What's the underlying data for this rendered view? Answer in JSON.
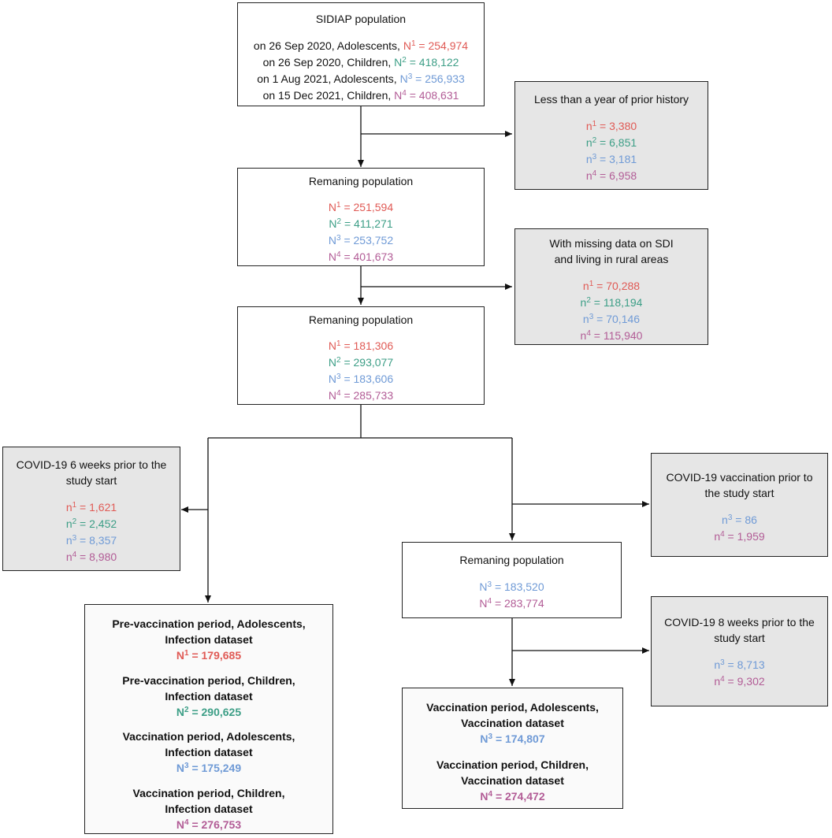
{
  "diagram": {
    "colors": {
      "n1": "#e05a55",
      "n2": "#3c9e86",
      "n3": "#6f9ad6",
      "n4": "#b25c96"
    },
    "start": {
      "title": "SIDIAP population",
      "rows": [
        {
          "text": "on 26 Sep 2020, Adolescents, ",
          "sym": "N",
          "sup": "1",
          "value": " = 254,974"
        },
        {
          "text": "on 26 Sep 2020, Children, ",
          "sym": "N",
          "sup": "2",
          "value": " = 418,122"
        },
        {
          "text": "on 1 Aug 2021, Adolescents, ",
          "sym": "N",
          "sup": "3",
          "value": " = 256,933"
        },
        {
          "text": "on 15 Dec 2021, Children, ",
          "sym": "N",
          "sup": "4",
          "value": " = 408,631"
        }
      ]
    },
    "excl1": {
      "title": "Less than a year of prior history",
      "rows": [
        {
          "sym": "n",
          "sup": "1",
          "value": " = 3,380"
        },
        {
          "sym": "n",
          "sup": "2",
          "value": " = 6,851"
        },
        {
          "sym": "n",
          "sup": "3",
          "value": " = 3,181"
        },
        {
          "sym": "n",
          "sup": "4",
          "value": " = 6,958"
        }
      ]
    },
    "rem1": {
      "title": "Remaning population",
      "rows": [
        {
          "sym": "N",
          "sup": "1",
          "value": " = 251,594"
        },
        {
          "sym": "N",
          "sup": "2",
          "value": " = 411,271"
        },
        {
          "sym": "N",
          "sup": "3",
          "value": " = 253,752"
        },
        {
          "sym": "N",
          "sup": "4",
          "value": " = 401,673"
        }
      ]
    },
    "excl2": {
      "title_line1": "With missing data on SDI",
      "title_line2": "and living in rural areas",
      "rows": [
        {
          "sym": "n",
          "sup": "1",
          "value": " = 70,288"
        },
        {
          "sym": "n",
          "sup": "2",
          "value": " = 118,194"
        },
        {
          "sym": "n",
          "sup": "3",
          "value": " = 70,146"
        },
        {
          "sym": "n",
          "sup": "4",
          "value": " = 115,940"
        }
      ]
    },
    "rem2": {
      "title": "Remaning population",
      "rows": [
        {
          "sym": "N",
          "sup": "1",
          "value": " = 181,306"
        },
        {
          "sym": "N",
          "sup": "2",
          "value": " = 293,077"
        },
        {
          "sym": "N",
          "sup": "3",
          "value": " = 183,606"
        },
        {
          "sym": "N",
          "sup": "4",
          "value": " = 285,733"
        }
      ]
    },
    "excl3": {
      "title_line1": "COVID-19 6 weeks prior to the",
      "title_line2": "study start",
      "rows": [
        {
          "sym": "n",
          "sup": "1",
          "value": " = 1,621"
        },
        {
          "sym": "n",
          "sup": "2",
          "value": " = 2,452"
        },
        {
          "sym": "n",
          "sup": "3",
          "value": " = 8,357"
        },
        {
          "sym": "n",
          "sup": "4",
          "value": " = 8,980"
        }
      ]
    },
    "excl4": {
      "title_line1": "COVID-19 vaccination prior to",
      "title_line2": "the study start",
      "rows": [
        {
          "sym": "n",
          "sup": "3",
          "value": " = 86"
        },
        {
          "sym": "n",
          "sup": "4",
          "value": " = 1,959"
        }
      ]
    },
    "rem3": {
      "title": "Remaning population",
      "rows": [
        {
          "sym": "N",
          "sup": "3",
          "value": " = 183,520"
        },
        {
          "sym": "N",
          "sup": "4",
          "value": " = 283,774"
        }
      ]
    },
    "excl5": {
      "title_line1": "COVID-19 8 weeks prior to the",
      "title_line2": "study start",
      "rows": [
        {
          "sym": "n",
          "sup": "3",
          "value": " = 8,713"
        },
        {
          "sym": "n",
          "sup": "4",
          "value": " = 9,302"
        }
      ]
    },
    "final_infection": {
      "groups": [
        {
          "line1": "Pre-vaccination period, Adolescents,",
          "line2": "Infection dataset",
          "sym": "N",
          "sup": "1",
          "value": " = 179,685"
        },
        {
          "line1": "Pre-vaccination period, Children,",
          "line2": "Infection dataset",
          "sym": "N",
          "sup": "2",
          "value": " = 290,625"
        },
        {
          "line1": "Vaccination period, Adolescents,",
          "line2": "Infection dataset",
          "sym": "N",
          "sup": "3",
          "value": " = 175,249"
        },
        {
          "line1": "Vaccination period, Children,",
          "line2": "Infection dataset",
          "sym": "N",
          "sup": "4",
          "value": " = 276,753"
        }
      ]
    },
    "final_vaccination": {
      "groups": [
        {
          "line1": "Vaccination period, Adolescents,",
          "line2": "Vaccination dataset",
          "sym": "N",
          "sup": "3",
          "value": " = 174,807"
        },
        {
          "line1": "Vaccination period, Children,",
          "line2": "Vaccination dataset",
          "sym": "N",
          "sup": "4",
          "value": " = 274,472"
        }
      ]
    }
  }
}
